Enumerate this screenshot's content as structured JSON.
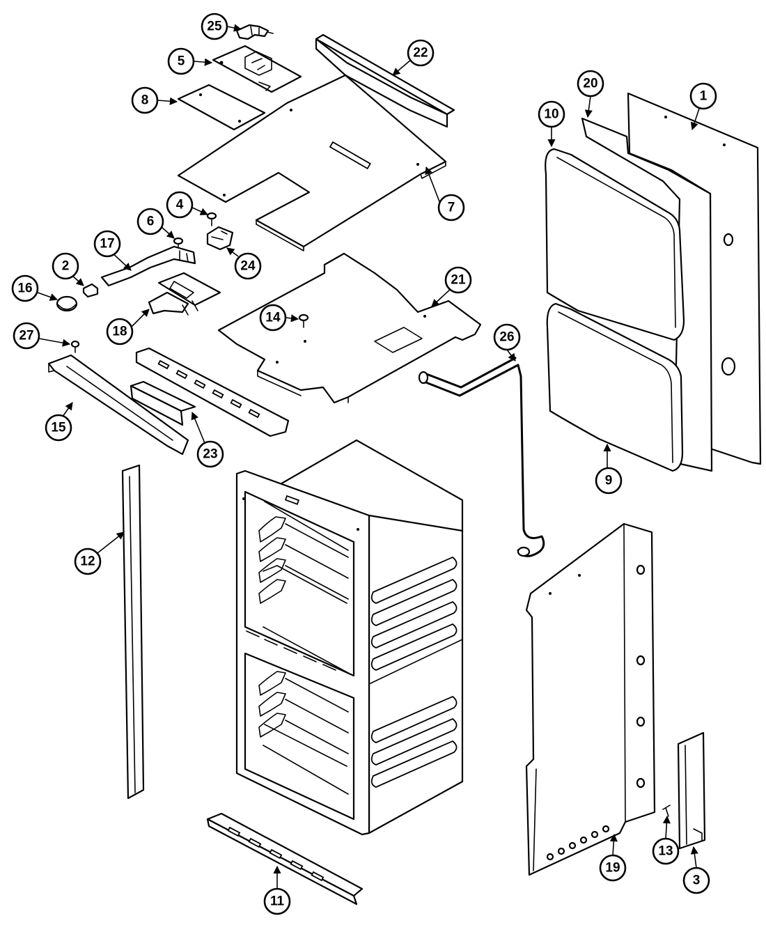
{
  "callouts": [
    {
      "label": "25"
    },
    {
      "label": "5"
    },
    {
      "label": "8"
    },
    {
      "label": "22"
    },
    {
      "label": "20"
    },
    {
      "label": "1"
    },
    {
      "label": "10"
    },
    {
      "label": "7"
    },
    {
      "label": "4"
    },
    {
      "label": "6"
    },
    {
      "label": "24"
    },
    {
      "label": "17"
    },
    {
      "label": "2"
    },
    {
      "label": "16"
    },
    {
      "label": "18"
    },
    {
      "label": "21"
    },
    {
      "label": "14"
    },
    {
      "label": "27"
    },
    {
      "label": "26"
    },
    {
      "label": "15"
    },
    {
      "label": "23"
    },
    {
      "label": "9"
    },
    {
      "label": "12"
    },
    {
      "label": "19"
    },
    {
      "label": "13"
    },
    {
      "label": "3"
    },
    {
      "label": "11"
    }
  ],
  "colors": {
    "ink": "#000000",
    "paper": "#ffffff"
  }
}
